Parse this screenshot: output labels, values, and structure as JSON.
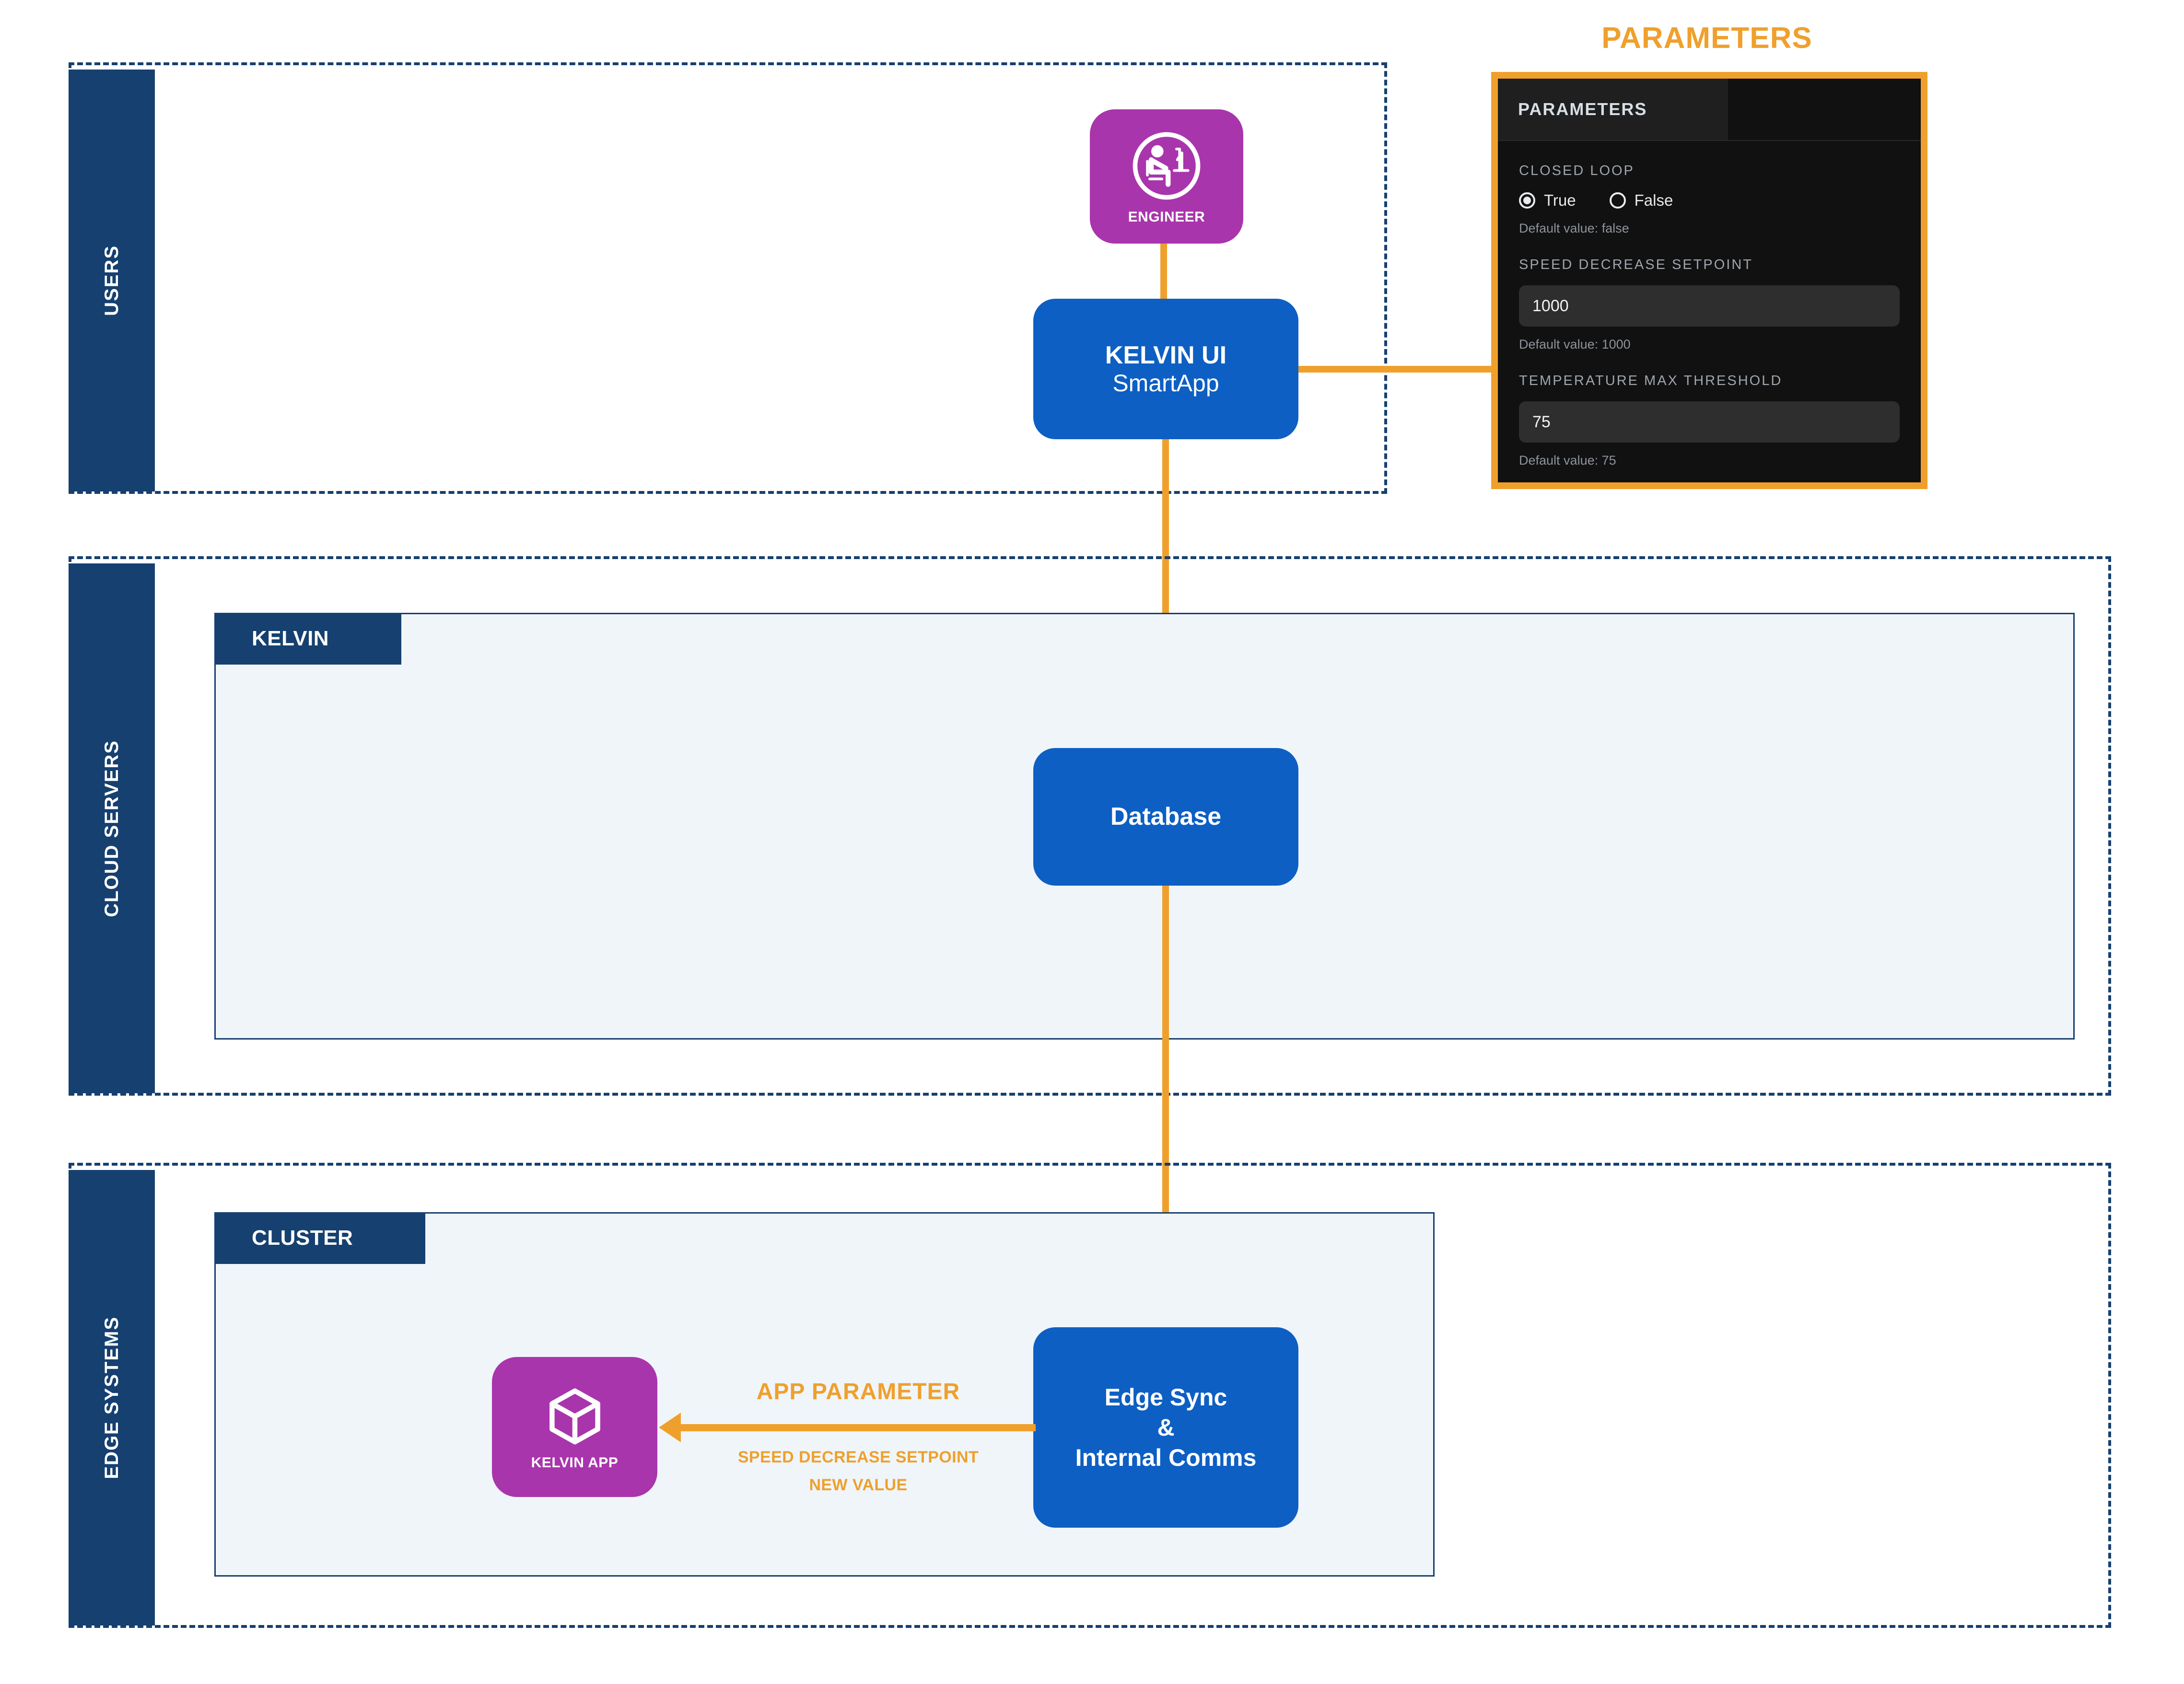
{
  "lanes": [
    {
      "label": "USERS"
    },
    {
      "label": "CLOUD SERVERS"
    },
    {
      "label": "EDGE SYSTEMS"
    }
  ],
  "panels": {
    "kelvin_tab": "KELVIN",
    "cluster_tab": "CLUSTER"
  },
  "nodes": {
    "engineer": {
      "label": "ENGINEER",
      "icon": "engineer-workstation-icon",
      "color": "#A935AC"
    },
    "kelvin_ui": {
      "title": "KELVIN UI",
      "subtitle": "SmartApp",
      "color": "#0D5FC3"
    },
    "database": {
      "title": "Database",
      "color": "#0D5FC3"
    },
    "edge_sync": {
      "line1": "Edge Sync",
      "line2": "&",
      "line3": "Internal Comms",
      "color": "#0D5FC3"
    },
    "kelvin_app": {
      "label": "KELVIN APP",
      "icon": "cube-icon",
      "color": "#A935AC"
    }
  },
  "flows": {
    "app_parameter_label": "APP PARAMETER",
    "app_parameter_detail_line1": "SPEED DECREASE SETPOINT",
    "app_parameter_detail_line2": "NEW VALUE",
    "accent_color": "#EFA02C"
  },
  "parameters_panel": {
    "heading": "PARAMETERS",
    "tab_label": "PARAMETERS",
    "fields": [
      {
        "label": "CLOSED LOOP",
        "type": "radio",
        "options": [
          {
            "label": "True",
            "selected": true
          },
          {
            "label": "False",
            "selected": false
          }
        ],
        "default_note": "Default value: false"
      },
      {
        "label": "SPEED DECREASE SETPOINT",
        "type": "text",
        "value": "1000",
        "default_note": "Default value: 1000"
      },
      {
        "label": "TEMPERATURE MAX THRESHOLD",
        "type": "text",
        "value": "75",
        "default_note": "Default value: 75"
      }
    ]
  }
}
